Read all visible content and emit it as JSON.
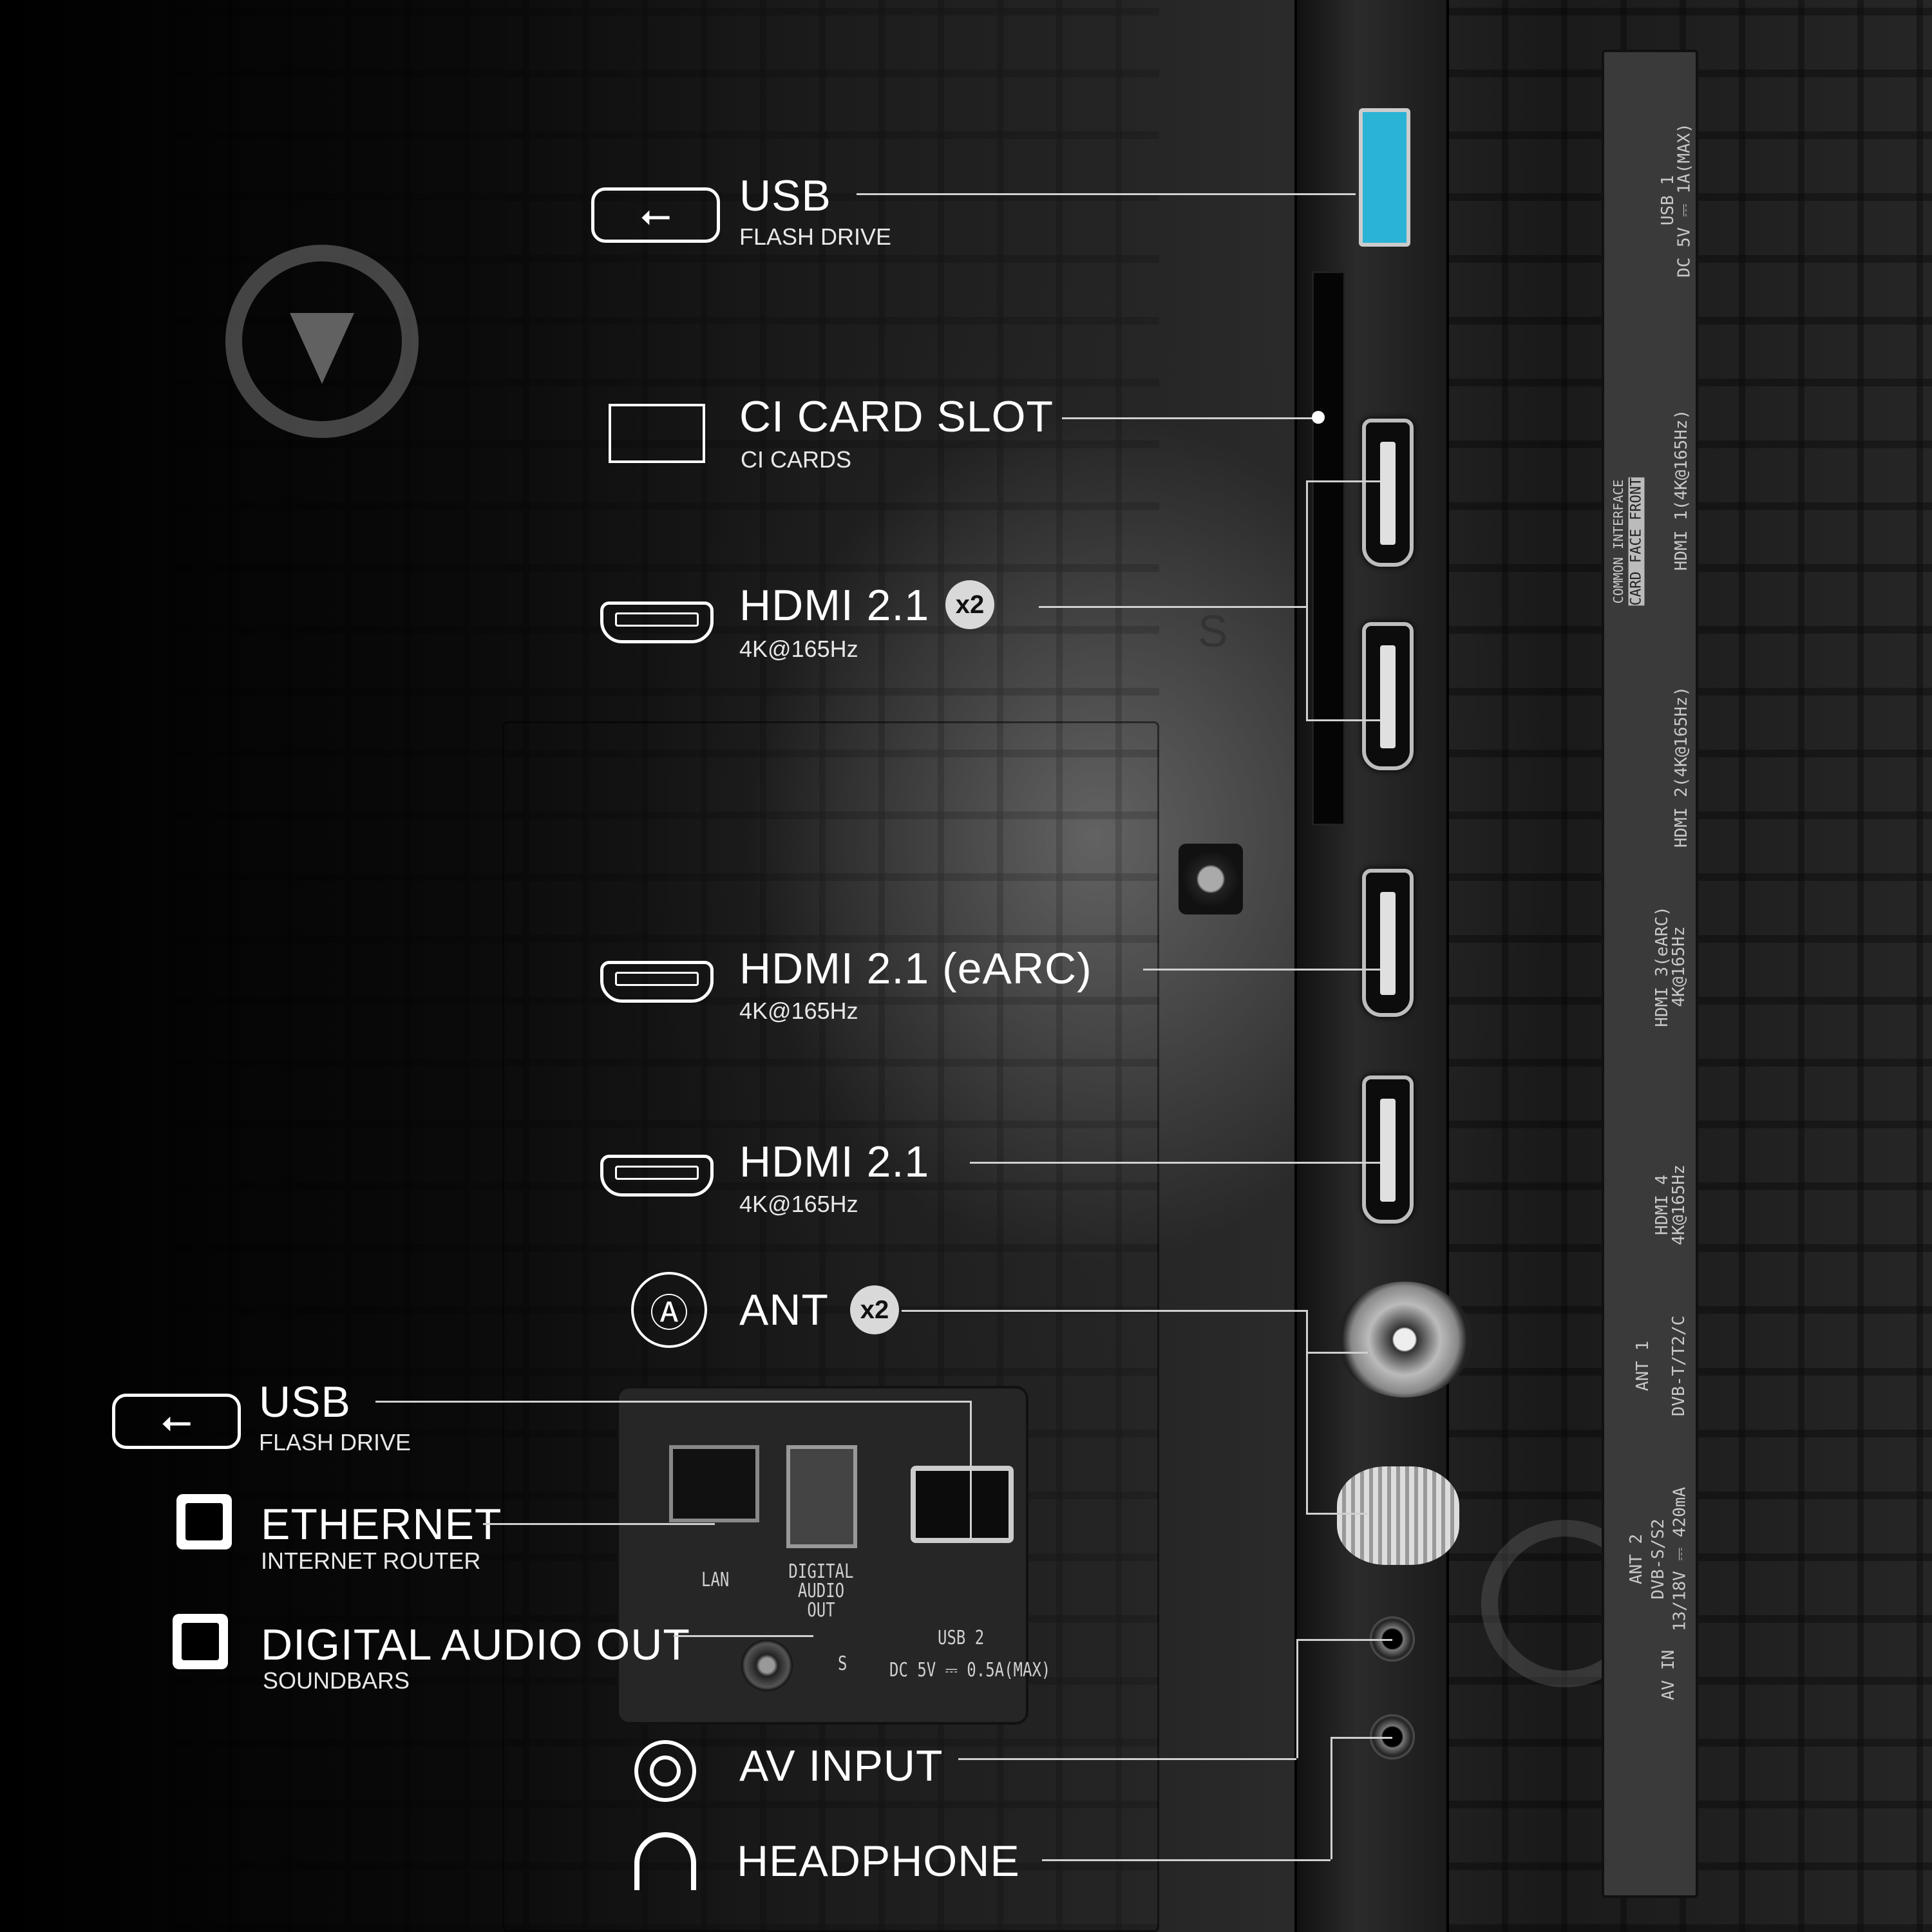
{
  "callouts": {
    "usb_top": {
      "title": "USB",
      "subtitle": "FLASH DRIVE",
      "icon": "usb-icon"
    },
    "ci_slot": {
      "title": "CI CARD SLOT",
      "subtitle": "CI CARDS",
      "icon": "card-slot-icon"
    },
    "hdmi_pair": {
      "title": "HDMI 2.1",
      "badge": "x2",
      "subtitle": "4K@165Hz",
      "icon": "hdmi-icon"
    },
    "hdmi_earc": {
      "title": "HDMI 2.1 (eARC)",
      "subtitle": "4K@165Hz",
      "icon": "hdmi-icon"
    },
    "hdmi_single": {
      "title": "HDMI 2.1",
      "subtitle": "4K@165Hz",
      "icon": "hdmi-icon"
    },
    "ant": {
      "title": "ANT",
      "badge": "x2",
      "icon": "antenna-icon"
    },
    "usb_bottom": {
      "title": "USB",
      "subtitle": "FLASH DRIVE",
      "icon": "usb-icon"
    },
    "ethernet": {
      "title": "ETHERNET",
      "subtitle": "INTERNET ROUTER",
      "icon": "ethernet-icon"
    },
    "digital_audio": {
      "title": "DIGITAL AUDIO OUT",
      "subtitle": "SOUNDBARS",
      "icon": "ethernet-icon"
    },
    "av_input": {
      "title": "AV INPUT",
      "icon": "av-input-icon"
    },
    "headphone": {
      "title": "HEADPHONE",
      "icon": "headphone-icon"
    }
  },
  "side_strip": {
    "usb1": "USB 1",
    "usb1_power": "DC 5V ⎓ 1A(MAX)",
    "common_interface": "COMMON INTERFACE",
    "card_face": "CARD FACE FRONT",
    "hdmi1": "HDMI 1(4K@165Hz)",
    "hdmi2": "HDMI 2(4K@165Hz)",
    "hdmi3": "HDMI 3(eARC)",
    "hdmi3_spec": "4K@165Hz",
    "hdmi4": "HDMI 4",
    "hdmi4_spec": "4K@165Hz",
    "ant1": "ANT 1",
    "ant1_spec": "DVB-T/T2/C",
    "ant2": "ANT 2",
    "ant2_spec": "DVB-S/S2",
    "ant2_power": "13/18V ⎓ 420mA",
    "av_in": "AV IN"
  },
  "bottom_panel": {
    "lan": "LAN",
    "digital_audio": "DIGITAL AUDIO OUT",
    "usb2": "USB 2",
    "usb2_power": "DC 5V ⎓ 0.5A(MAX)",
    "s_mark": "S"
  },
  "panel_marks": {
    "s_mark": "S"
  },
  "colors": {
    "usb_port_blue": "#2bb3d6",
    "background": "#050505",
    "label": "#ffffff"
  }
}
